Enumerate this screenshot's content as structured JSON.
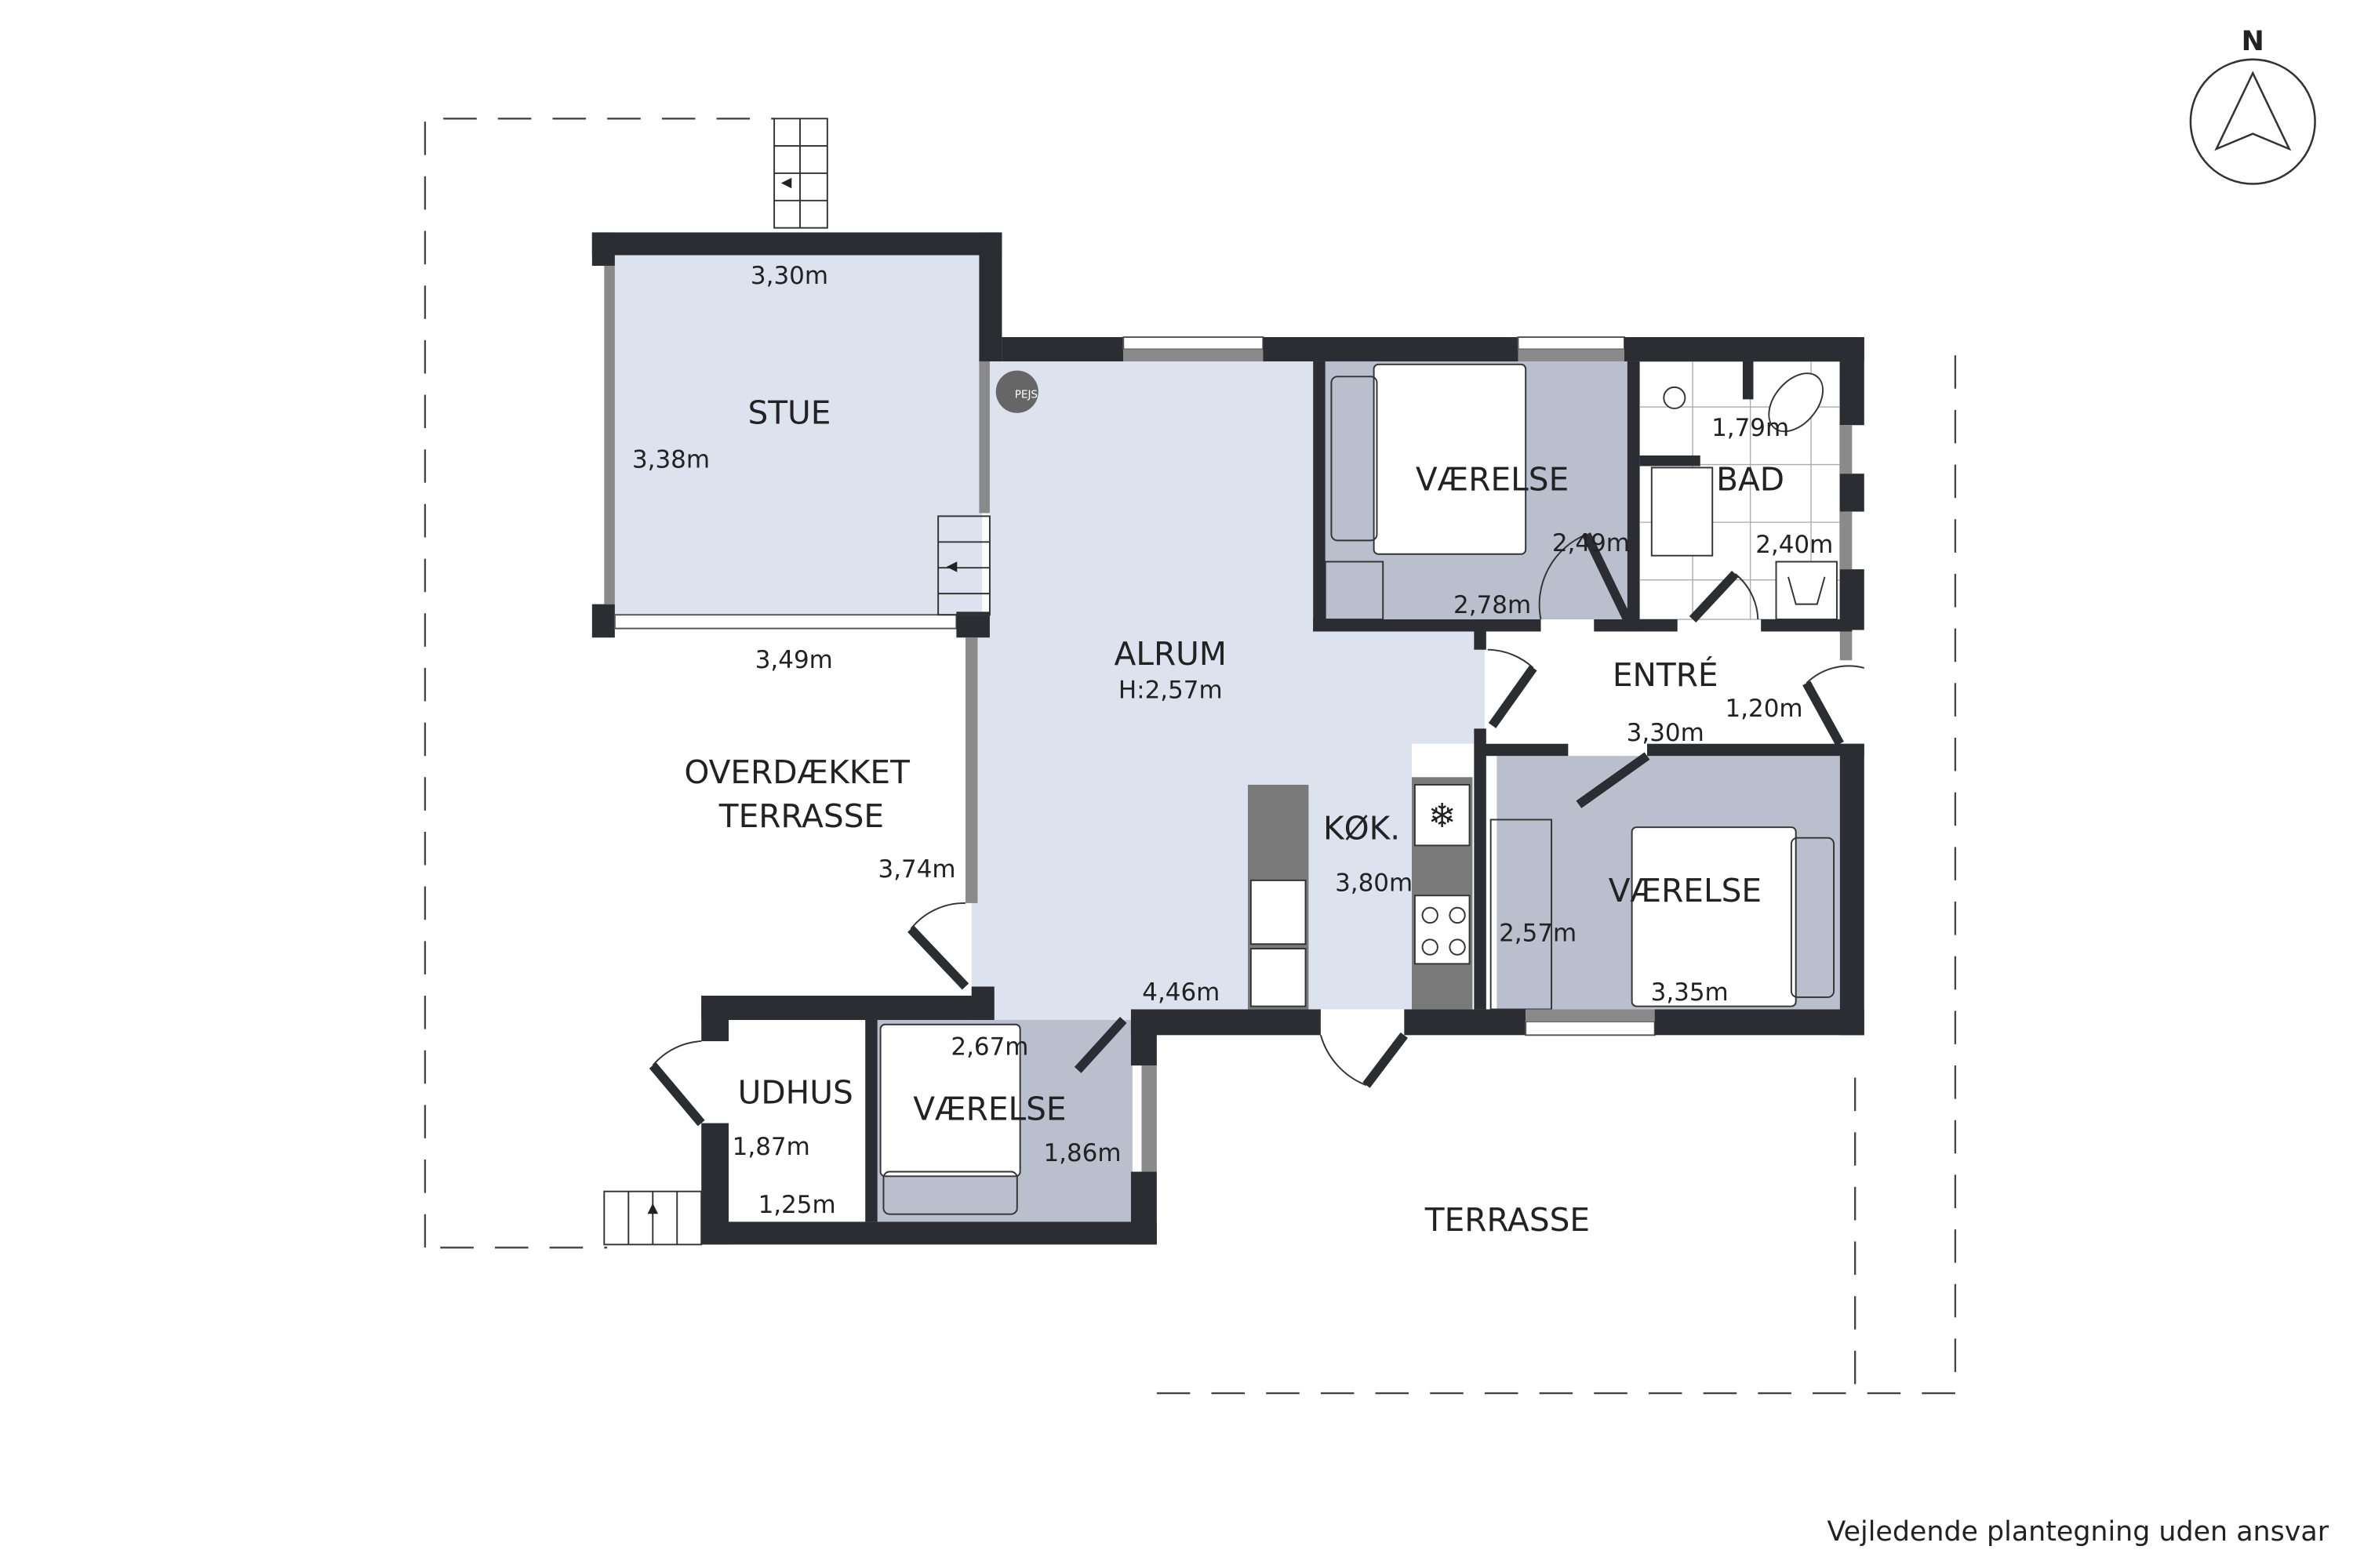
{
  "colors": {
    "wall": "#2b2d33",
    "living_floor": "#dde3ee",
    "room_floor": "#b9bfcc",
    "background": "#ffffff"
  },
  "compass": {
    "label": "N",
    "icon": "north-arrow-icon"
  },
  "rooms": {
    "stue": {
      "name": "STUE",
      "dims": [
        "3,30m",
        "3,38m",
        "3,49m"
      ]
    },
    "alrum": {
      "name": "ALRUM",
      "height": "H:2,57m",
      "dims": [
        "4,46m"
      ]
    },
    "overdaekket": {
      "name_line1": "OVERDÆKKET",
      "name_line2": "TERRASSE",
      "dims": [
        "3,74m"
      ]
    },
    "kok": {
      "name": "KØK.",
      "dims": [
        "3,80m"
      ]
    },
    "vaerelse1": {
      "name": "VÆRELSE",
      "dims": [
        "2,49m",
        "2,78m"
      ]
    },
    "bad": {
      "name": "BAD",
      "dims": [
        "1,79m",
        "2,40m"
      ]
    },
    "entre": {
      "name": "ENTRÉ",
      "dims": [
        "3,30m",
        "1,20m"
      ]
    },
    "vaerelse2": {
      "name": "VÆRELSE",
      "dims": [
        "2,57m",
        "3,35m"
      ]
    },
    "udhus": {
      "name": "UDHUS",
      "dims": [
        "1,87m",
        "1,25m"
      ]
    },
    "vaerelse3": {
      "name": "VÆRELSE",
      "dims": [
        "2,67m",
        "1,86m"
      ]
    },
    "terrasse": {
      "name": "TERRASSE"
    }
  },
  "fireplace": {
    "label": "PEJS"
  },
  "footer": {
    "disclaimer": "Vejledende plantegning uden ansvar"
  }
}
